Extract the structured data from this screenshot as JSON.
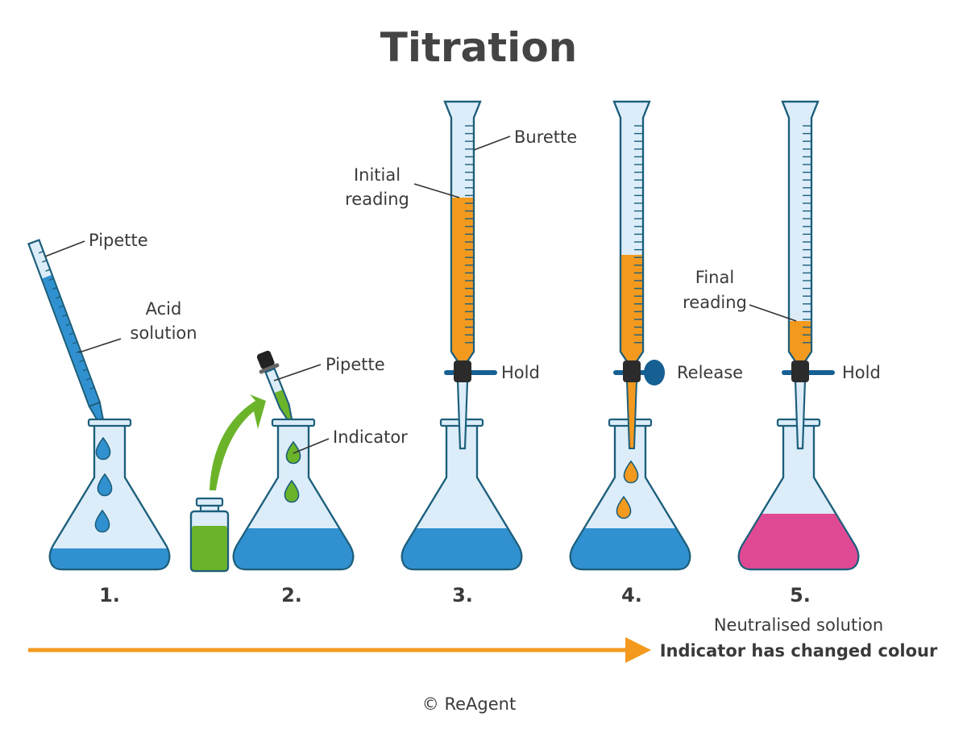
{
  "title": "Titration",
  "colors": {
    "glass": "#dcedf9",
    "outline": "#1d5f7c",
    "acid": "#3191d0",
    "titrant": "#f39a1e",
    "indicator": "#6bb42a",
    "neutralised": "#e04a94",
    "stopcock": "#2b2b2b",
    "tap": "#155f93",
    "progress_arrow": "#f39a1e"
  },
  "steps": [
    {
      "number": "1.",
      "labels": [
        "Pipette",
        "Acid",
        "solution"
      ]
    },
    {
      "number": "2.",
      "labels": [
        "Pipette",
        "Indicator"
      ]
    },
    {
      "number": "3.",
      "labels": [
        "Burette",
        "Initial",
        "reading",
        "Hold"
      ]
    },
    {
      "number": "4.",
      "labels": [
        "Release"
      ]
    },
    {
      "number": "5.",
      "labels": [
        "Final",
        "reading",
        "Hold"
      ]
    }
  ],
  "result": {
    "line1": "Neutralised solution",
    "line2": "Indicator has changed colour"
  },
  "copyright": "© ReAgent"
}
